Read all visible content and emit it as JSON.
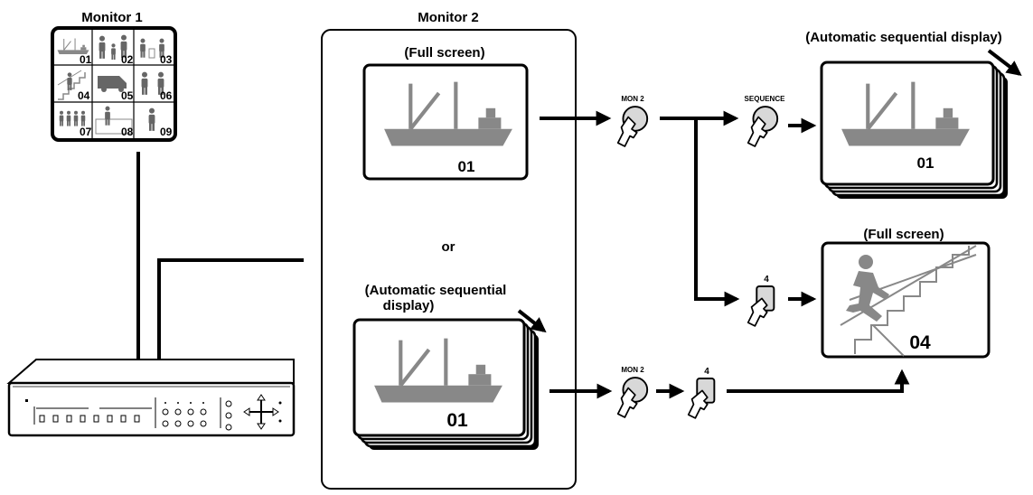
{
  "monitor1": {
    "title": "Monitor 1",
    "cells": [
      "01",
      "02",
      "03",
      "04",
      "05",
      "06",
      "07",
      "08",
      "09"
    ]
  },
  "monitor2": {
    "title": "Monitor 2",
    "full_screen_label": "(Full screen)",
    "full_screen_channel": "01",
    "or_label": "or",
    "auto_seq_label_line1": "(Automatic sequential",
    "auto_seq_label_line2": "display)",
    "auto_seq_channel": "01"
  },
  "buttons": {
    "mon2_label": "MON 2",
    "sequence_label": "SEQUENCE",
    "key_4_label": "4"
  },
  "results": {
    "auto_seq_label": "(Automatic sequential display)",
    "auto_seq_channel": "01",
    "full_screen_label": "(Full screen)",
    "full_screen_channel": "04"
  },
  "colors": {
    "silhouette": "#888888",
    "line": "#000000"
  }
}
